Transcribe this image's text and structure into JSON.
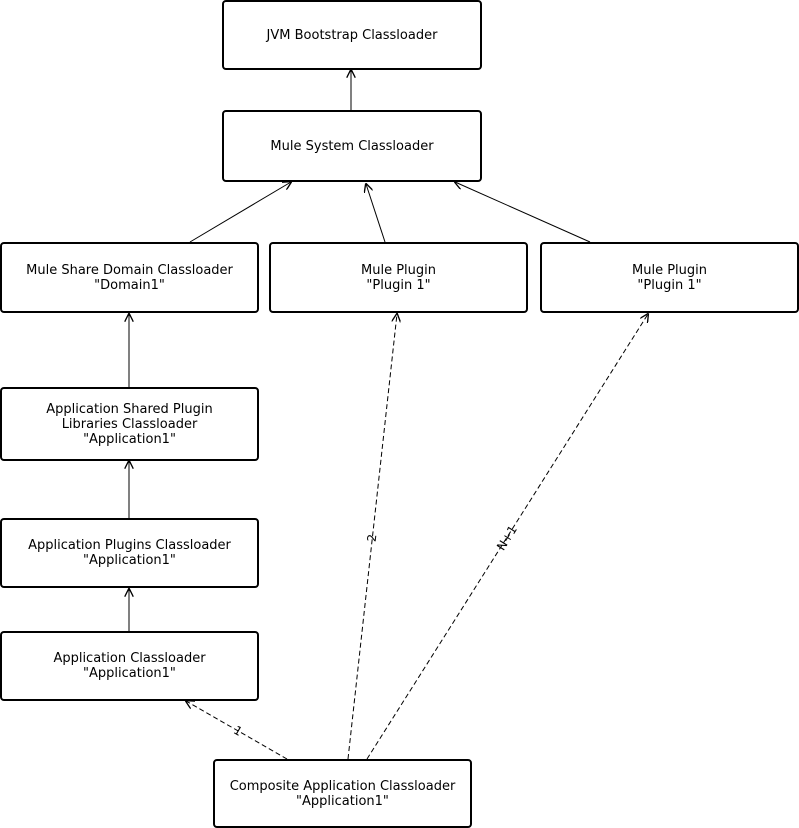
{
  "nodes": {
    "jvm": {
      "label": "JVM Bootstrap Classloader"
    },
    "system": {
      "label": "Mule System Classloader"
    },
    "domain": {
      "label": "Mule Share Domain Classloader\n\"Domain1\""
    },
    "plugin_a": {
      "label": "Mule Plugin\n\"Plugin 1\""
    },
    "plugin_b": {
      "label": "Mule Plugin\n\"Plugin 1\""
    },
    "shared_libs": {
      "label": "Application Shared Plugin\nLibraries Classloader\n\"Application1\""
    },
    "app_plugins": {
      "label": "Application Plugins Classloader\n\"Application1\""
    },
    "app": {
      "label": "Application Classloader\n\"Application1\""
    },
    "composite": {
      "label": "Composite Application Classloader\n\"Application1\""
    }
  },
  "edges": {
    "to_app": {
      "label": "1"
    },
    "to_plugin_a": {
      "label": "2"
    },
    "to_plugin_b": {
      "label": "N+1"
    }
  }
}
